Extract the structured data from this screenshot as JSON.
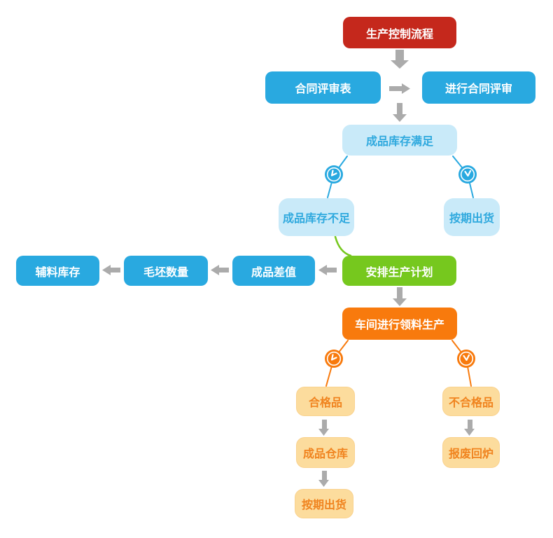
{
  "nodes": {
    "production_control": {
      "label": "生产控制流程"
    },
    "contract_review_form": {
      "label": "合同评审表"
    },
    "conduct_contract_review": {
      "label": "进行合同评审"
    },
    "finished_stock_sufficient": {
      "label": "成品库存满足"
    },
    "finished_stock_insufficient": {
      "label": "成品库存不足"
    },
    "ship_on_schedule_upper": {
      "label": "按期出货"
    },
    "auxiliary_stock": {
      "label": "辅料库存"
    },
    "blank_quantity": {
      "label": "毛坯数量"
    },
    "finished_difference": {
      "label": "成品差值"
    },
    "arrange_production_plan": {
      "label": "安排生产计划"
    },
    "workshop_material_production": {
      "label": "车间进行领料生产"
    },
    "qualified_product": {
      "label": "合格品"
    },
    "unqualified_product": {
      "label": "不合格品"
    },
    "finished_warehouse": {
      "label": "成品仓库"
    },
    "scrap_remelt": {
      "label": "报废回炉"
    },
    "ship_on_schedule_lower": {
      "label": "按期出货"
    }
  },
  "colors": {
    "start_red": "#C5281C",
    "process_blue": "#29A9E0",
    "state_light_blue_fill": "#C9EAF9",
    "state_light_blue_text": "#2FA9DE",
    "plan_green": "#76C81E",
    "workshop_orange": "#F87A0D",
    "result_yellow_fill": "#FCDC9D",
    "result_yellow_text": "#F0831E",
    "arrow_gray": "#ABABAB"
  }
}
